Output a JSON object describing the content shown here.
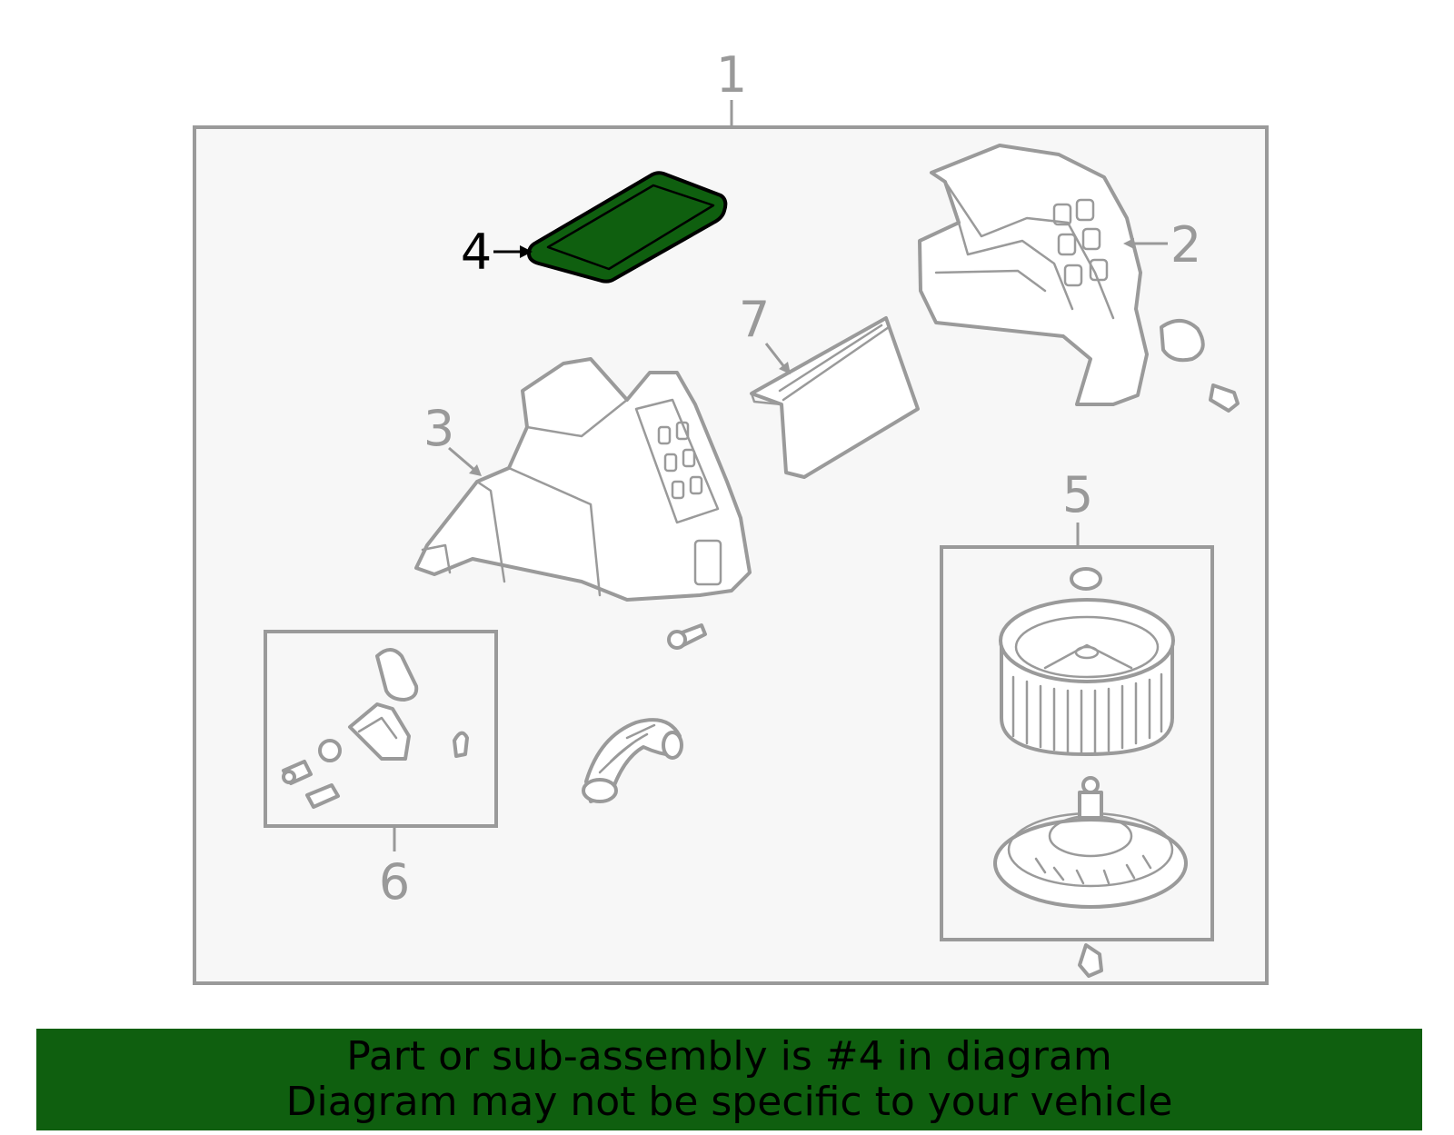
{
  "diagram": {
    "callouts": {
      "c1": "1",
      "c2": "2",
      "c3": "3",
      "c4": "4",
      "c5": "5",
      "c6": "6",
      "c7": "7"
    },
    "highlighted_part": "4",
    "highlight_color": "#0f5f0f",
    "line_color": "#9a9a9a",
    "panel_background": "#f7f7f7"
  },
  "banner": {
    "line1": "Part or sub-assembly is #4 in diagram",
    "line2": "Diagram may not be specific to your vehicle",
    "background": "#0f5f0f"
  }
}
